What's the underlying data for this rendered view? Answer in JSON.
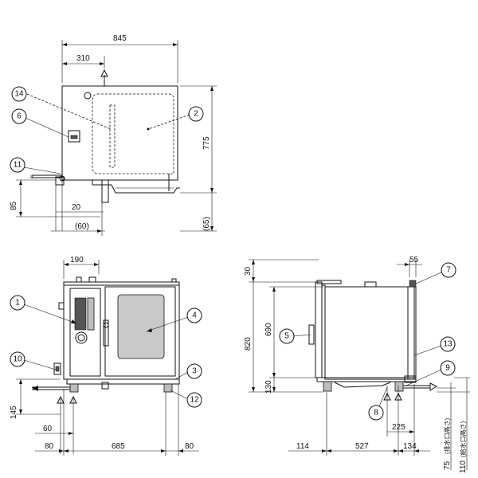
{
  "dimensions": {
    "top_width": "845",
    "top_offset": "310",
    "top_depth": "775",
    "top_left_85": "85",
    "top_20": "20",
    "top_60p": "(60)",
    "top_65p": "(65)",
    "front_190": "190",
    "front_145": "145",
    "front_60": "60",
    "front_80_left": "80",
    "front_685": "685",
    "front_80_right": "80",
    "side_30": "30",
    "side_820": "820",
    "side_690": "690",
    "side_130": "130",
    "side_55": "55",
    "side_225": "225",
    "side_114": "114",
    "side_527": "527",
    "side_134": "134",
    "side_75": "75",
    "side_110": "110",
    "side_75_note": "(排水口高さ)",
    "side_110_note": "(給水口高さ)"
  },
  "callouts": [
    "1",
    "2",
    "3",
    "4",
    "5",
    "6",
    "7",
    "8",
    "9",
    "10",
    "11",
    "12",
    "13",
    "14"
  ]
}
